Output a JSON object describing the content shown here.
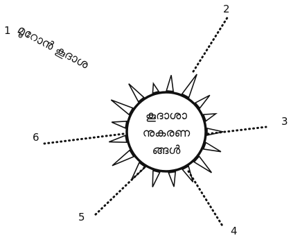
{
  "diagram": {
    "center_lines": [
      "കൂദാശാ",
      "നുകരണ",
      "ങ്ങൾ"
    ],
    "callouts": [
      {
        "number": "1",
        "label": "മൂറോൻ കൂദാശ"
      },
      {
        "number": "2",
        "label": ""
      },
      {
        "number": "3",
        "label": ""
      },
      {
        "number": "4",
        "label": ""
      },
      {
        "number": "5",
        "label": ""
      },
      {
        "number": "6",
        "label": ""
      }
    ],
    "colors": {
      "ink": "#111111",
      "background": "#ffffff"
    }
  }
}
